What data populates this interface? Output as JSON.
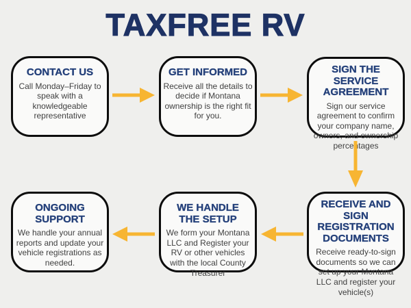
{
  "title": "TAXFREE RV",
  "colors": {
    "background": "#efefed",
    "box-fill": "#fafaf9",
    "box-border": "#0d0d0d",
    "title-navy": "#1e3264",
    "heading-navy": "#24407a",
    "body-gray": "#3f3f3f",
    "arrow-gold": "#f7b532"
  },
  "flow": {
    "steps": [
      {
        "order": 1,
        "heading": "CONTACT US",
        "body": "Call Monday–Friday to speak with a knowledgeable representative"
      },
      {
        "order": 2,
        "heading": "GET INFORMED",
        "body": "Receive all the details to decide if Montana ownership is the right fit for you."
      },
      {
        "order": 3,
        "heading": "SIGN THE SERVICE AGREEMENT",
        "body": "Sign our service agreement to confirm your company name, owners, and ownership percentages"
      },
      {
        "order": 4,
        "heading": "RECEIVE AND SIGN REGISTRATION DOCUMENTS",
        "body": "Receive ready-to-sign documents so we can set up your Montana LLC and register your vehicle(s)"
      },
      {
        "order": 5,
        "heading": "WE HANDLE THE SETUP",
        "body": "We form your Montana LLC and Register your RV or other vehicles with the local County Treasurer"
      },
      {
        "order": 6,
        "heading": "ONGOING SUPPORT",
        "body": "We handle your annual reports and update your vehicle registrations as needed."
      }
    ],
    "arrows": [
      {
        "from": 1,
        "to": 2,
        "direction": "right"
      },
      {
        "from": 2,
        "to": 3,
        "direction": "right"
      },
      {
        "from": 3,
        "to": 4,
        "direction": "down"
      },
      {
        "from": 4,
        "to": 5,
        "direction": "left"
      },
      {
        "from": 5,
        "to": 6,
        "direction": "left"
      }
    ]
  }
}
